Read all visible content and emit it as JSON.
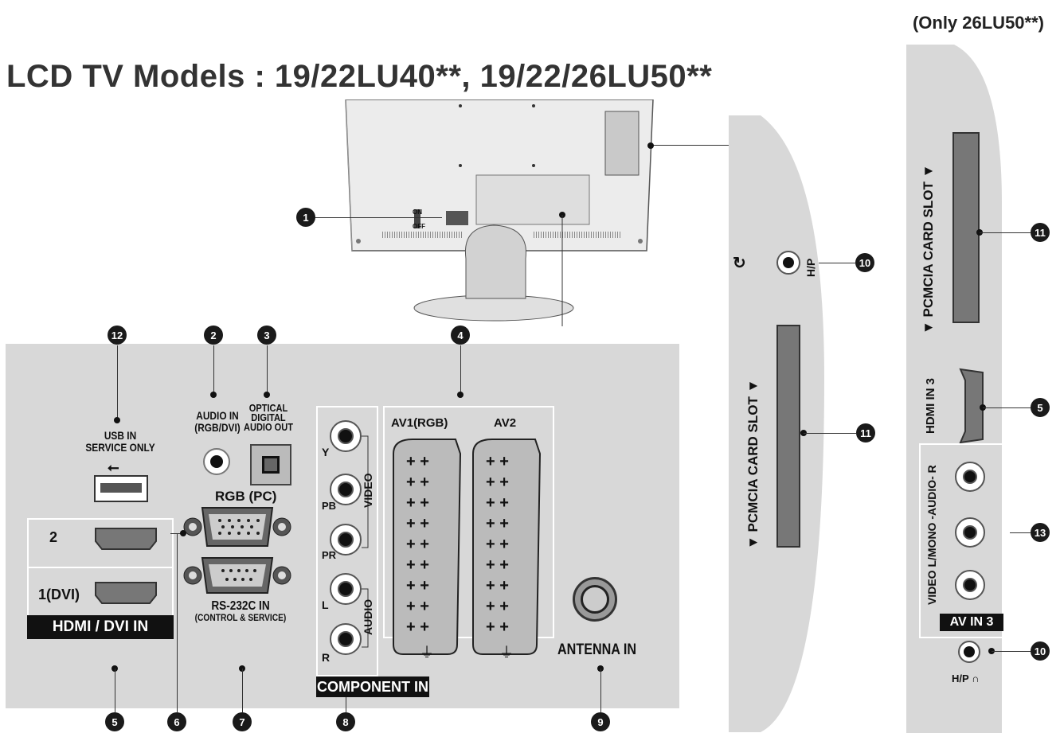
{
  "page": {
    "title": "LCD TV Models :  19/22LU40**, 19/22/26LU50**",
    "model_note": "(Only 26LU50**)"
  },
  "tv_back": {
    "switch_on": "ON",
    "switch_off": "OFF"
  },
  "panel": {
    "usb_label_1": "USB IN",
    "usb_label_2": "SERVICE ONLY",
    "audio_in_1": "AUDIO IN",
    "audio_in_2": "(RGB/DVI)",
    "optical_1": "OPTICAL",
    "optical_2": "DIGITAL",
    "optical_3": "AUDIO OUT",
    "rgb_pc": "RGB (PC)",
    "rs232_1": "RS-232C IN",
    "rs232_2": "(CONTROL & SERVICE)",
    "hdmi_2": "2",
    "hdmi_1": "1(DVI)",
    "hdmi_dvi_in": "HDMI / DVI IN",
    "comp_y": "Y",
    "comp_pb": "PB",
    "comp_pr": "PR",
    "comp_l": "L",
    "comp_r": "R",
    "comp_video": "VIDEO",
    "comp_audio": "AUDIO",
    "component_in": "COMPONENT IN",
    "av1": "AV1(RGB)",
    "av2": "AV2",
    "antenna_in": "ANTENNA IN"
  },
  "side_panel": {
    "hp": "H/P",
    "pcmcia": "▼ PCMCIA  CARD SLOT ▼"
  },
  "right_panel": {
    "pcmcia": "▼ PCMCIA  CARD SLOT ▼",
    "hdmi_in3": "HDMI IN 3",
    "video_l_mono_audio_r": "VIDEO  L/MONO -AUDIO- R",
    "av_in3": "AV IN 3",
    "hp": "H/P"
  },
  "callouts": [
    "1",
    "2",
    "3",
    "4",
    "5",
    "6",
    "7",
    "8",
    "9",
    "10",
    "11",
    "12",
    "13"
  ]
}
